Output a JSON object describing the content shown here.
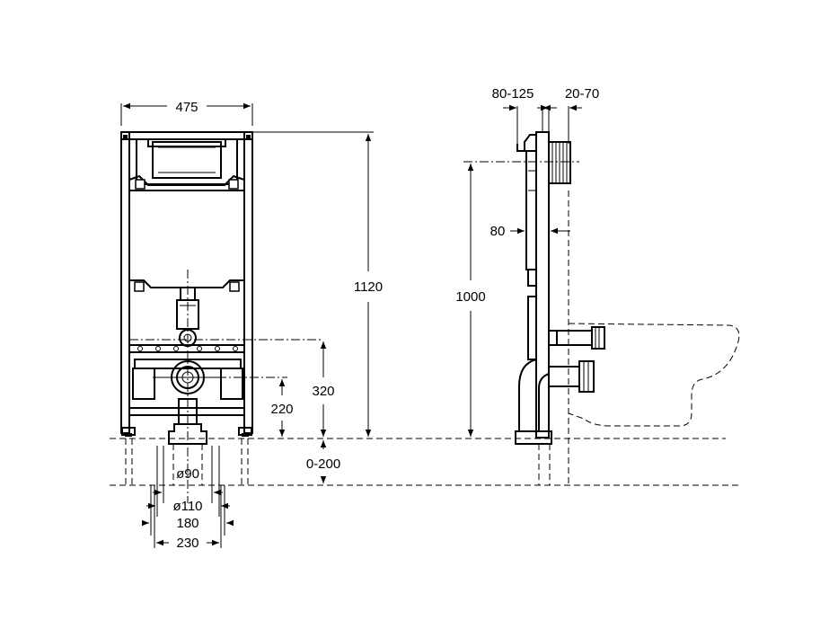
{
  "dimensions": {
    "frame_width": "475",
    "frame_height": "1120",
    "inlet_height": "320",
    "outlet_height": "220",
    "floor_adjust": "0-200",
    "diam_90": "ø90",
    "diam_110": "ø110",
    "width_180": "180",
    "width_230": "230",
    "depth_80_125": "80-125",
    "wall_20_70": "20-70",
    "cistern_depth": "80",
    "side_height": "1000"
  },
  "colors": {
    "line": "#000000",
    "background": "#ffffff"
  }
}
